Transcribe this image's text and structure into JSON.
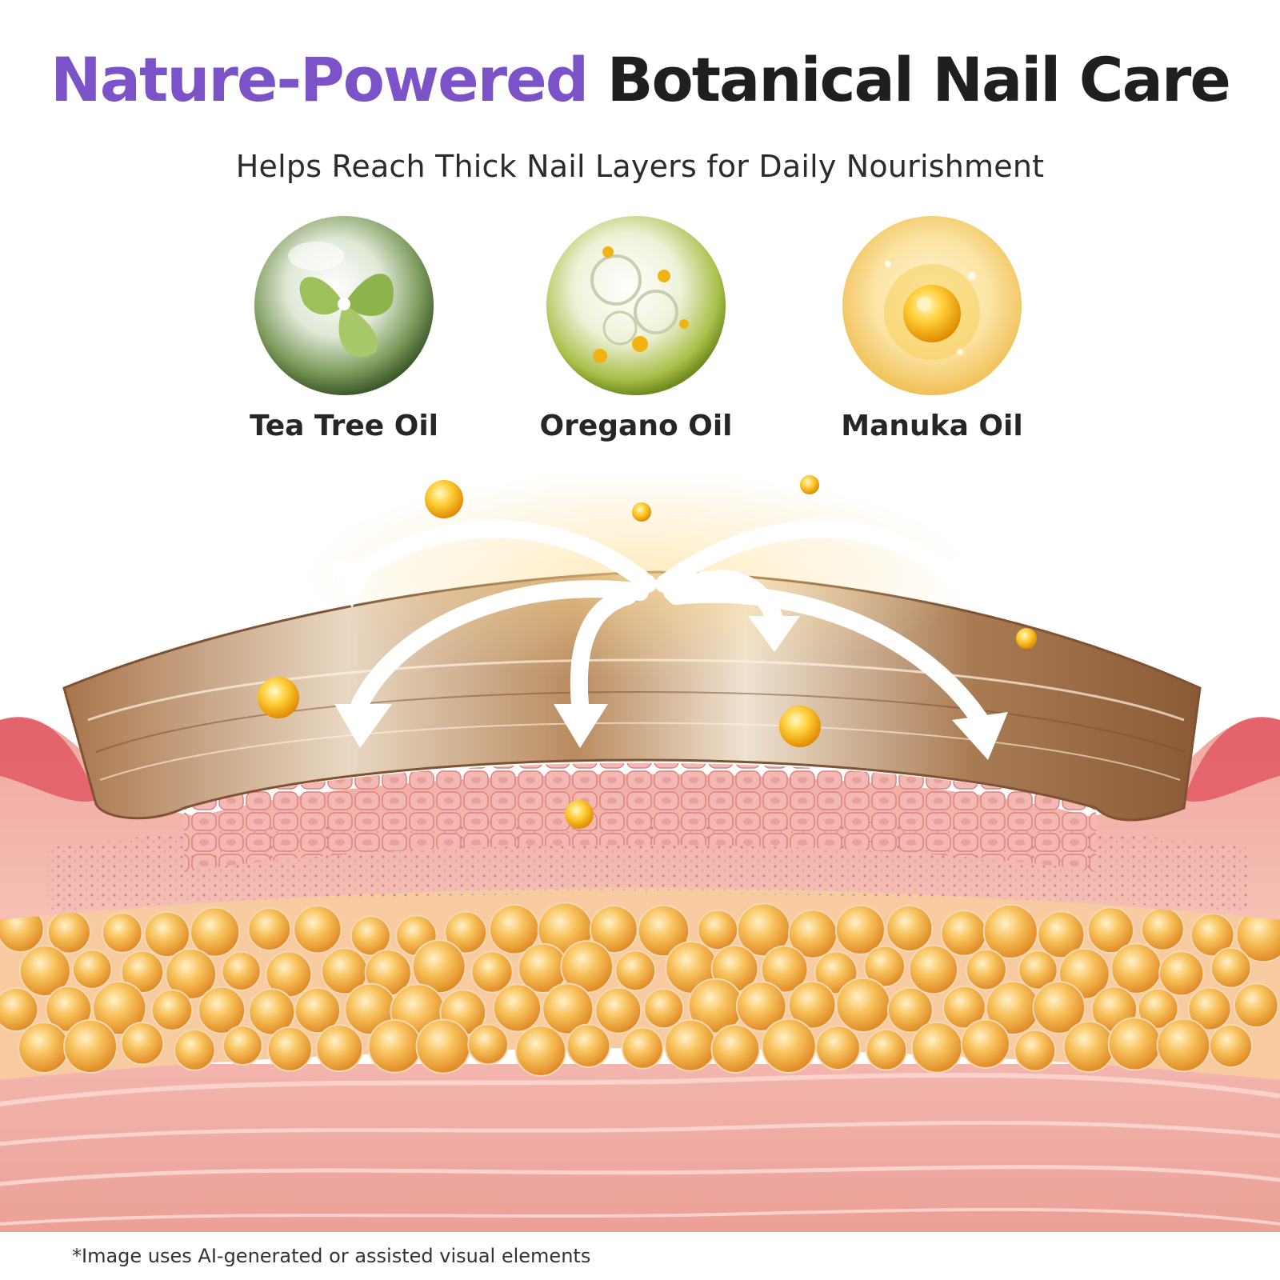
{
  "headline": {
    "accent": "Nature-Powered",
    "rest": "Botanical Nail Care"
  },
  "subtitle": "Helps Reach Thick Nail Layers for Daily Nourishment",
  "ingredients": [
    {
      "label": "Tea Tree Oil",
      "icon": "tea-tree-leaf-droplet-icon"
    },
    {
      "label": "Oregano Oil",
      "icon": "oregano-oil-bubbles-icon"
    },
    {
      "label": "Manuka Oil",
      "icon": "manuka-oil-droplet-icon"
    }
  ],
  "disclaimer": "*Image uses AI-generated or assisted visual elements",
  "colors": {
    "accent_purple": "#7b52c8",
    "headline_dark": "#1f1f1f",
    "oil_gold": "#f5b21a",
    "skin_pink": "#f2a3a3",
    "fat_orange": "#f6b450",
    "nail_brown": "#c49a72"
  }
}
